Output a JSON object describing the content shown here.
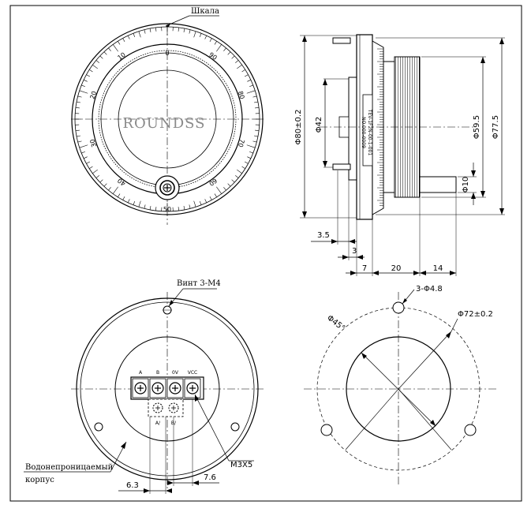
{
  "labels": {
    "scale": "Шкала",
    "screw": "Винт 3-M4",
    "waterproof_line1": "Водонепроницаемый",
    "waterproof_line2": "корпус",
    "terminal_screw": "M3X5",
    "holes": "3-Φ4.8",
    "pitch_circle": "Φ72±0.2",
    "angle": "Φ45°",
    "logo": "ROUNDSS",
    "side_label_1": "TEV-1F2N-00-1-001",
    "side_label_2": "NO.000-0009"
  },
  "dimensions": {
    "d80": "Φ80±0.2",
    "d42": "Φ42",
    "d59": "Φ59.5",
    "d77": "Φ77.5",
    "d10": "Φ10",
    "len_3_5": "3.5",
    "len_3": "3",
    "len_7": "7",
    "len_20": "20",
    "len_14": "14",
    "len_6_3": "6.3",
    "len_7_6": "7.6"
  },
  "terminals": [
    "A",
    "B",
    "0V",
    "VCC"
  ],
  "sub_terminals": [
    "A/",
    "B/"
  ],
  "dial": {
    "zero_top": "0",
    "zero_bottom": "50",
    "numbers": [
      "10",
      "20",
      "30",
      "40",
      "60",
      "70",
      "80",
      "90"
    ]
  }
}
